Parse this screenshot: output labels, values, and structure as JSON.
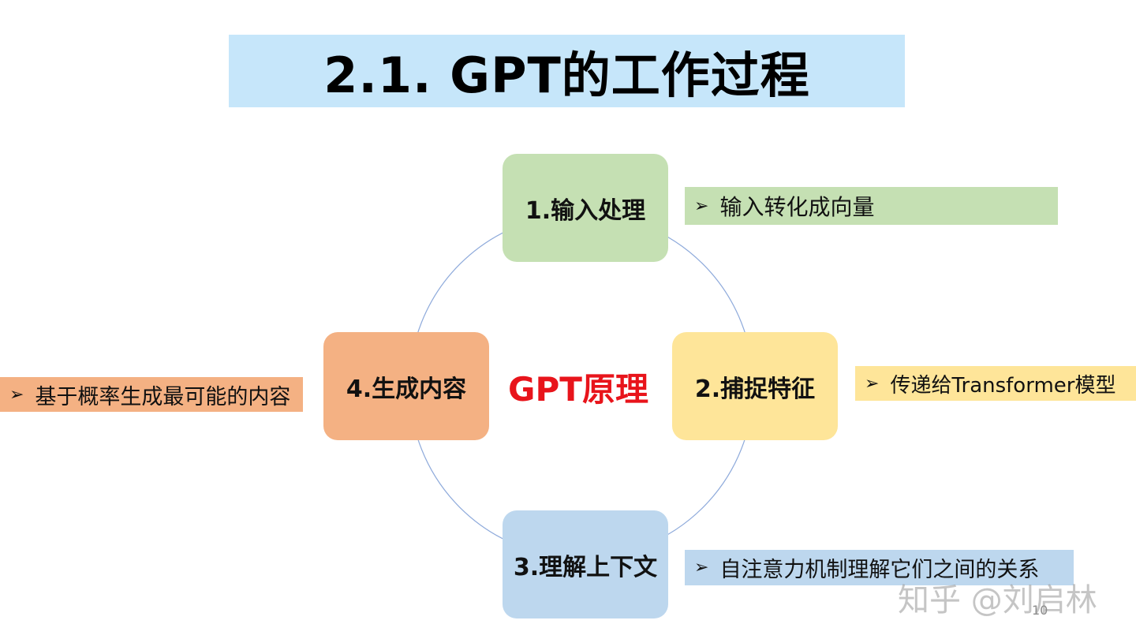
{
  "slide": {
    "title": "2.1. GPT的工作过程",
    "center_label": "GPT原理",
    "nodes": [
      {
        "label": "1.输入处理",
        "note": "输入转化成向量",
        "color": "#c5e0b3"
      },
      {
        "label": "2.捕捉特征",
        "note": "传递给Transformer模型",
        "color": "#fee599"
      },
      {
        "label": "3.理解上下文",
        "note": "自注意力机制理解它们之间的关系",
        "color": "#bdd7ee"
      },
      {
        "label": "4.生成内容",
        "note": "基于概率生成最可能的内容",
        "color": "#f4b183"
      }
    ],
    "bullet_glyph": "➢",
    "watermark": "知乎 @刘启林",
    "page_number": "10",
    "colors": {
      "title_bg": "#c6e6fa",
      "center_label": "#e8141b",
      "ring": "#8eaadb"
    }
  }
}
